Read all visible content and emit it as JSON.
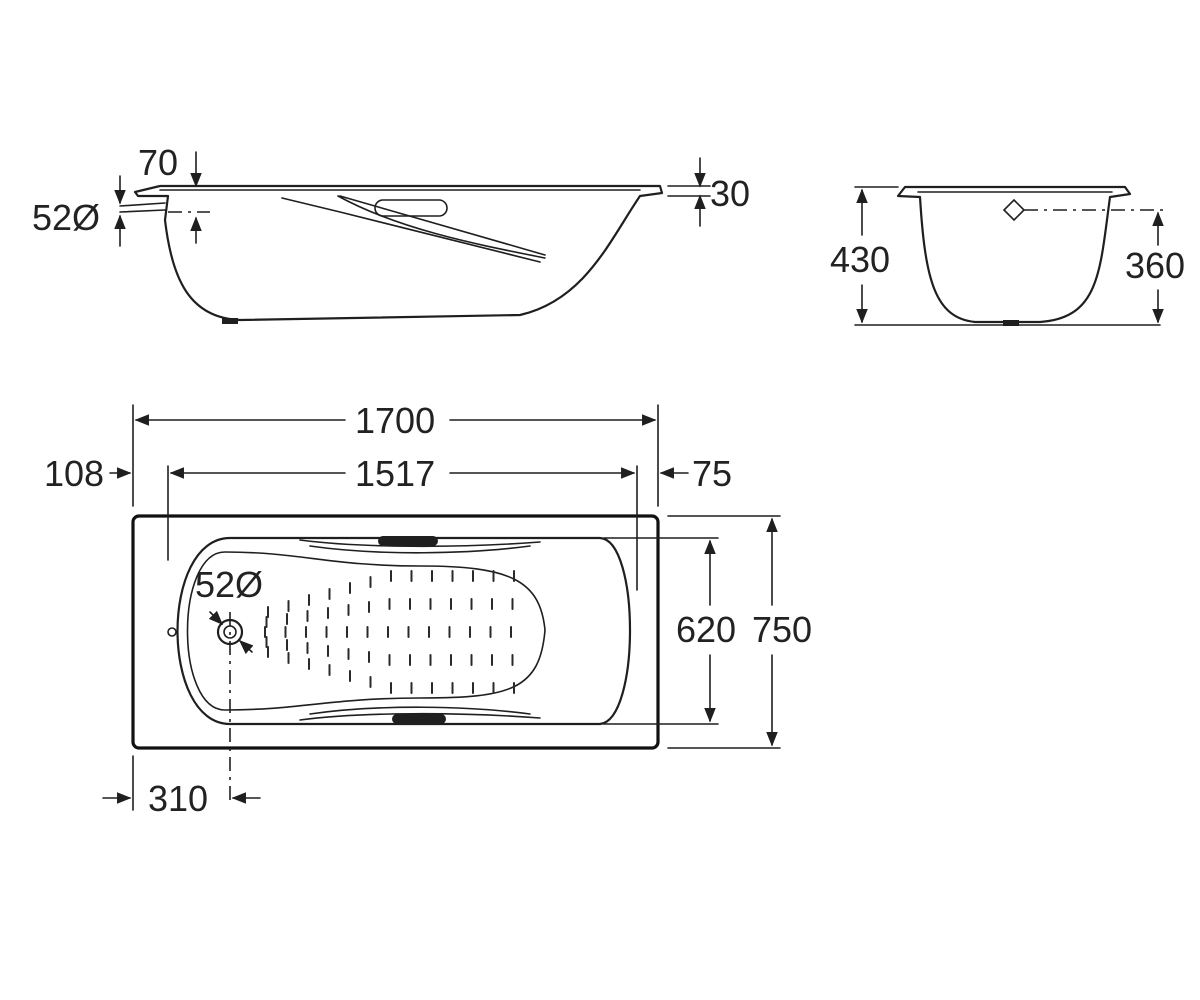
{
  "dimensions": {
    "side_rim_height": "70",
    "side_overflow_diameter": "52Ø",
    "side_rim_thickness": "30",
    "end_total_height": "430",
    "end_overflow_height": "360",
    "plan_overall_length": "1700",
    "plan_inner_length": "1517",
    "plan_left_rim": "108",
    "plan_right_rim": "75",
    "plan_inner_width": "620",
    "plan_overall_width": "750",
    "plan_drain_offset": "310",
    "plan_drain_diameter": "52Ø"
  },
  "colors": {
    "line": "#1f1f1f",
    "background": "#ffffff"
  }
}
